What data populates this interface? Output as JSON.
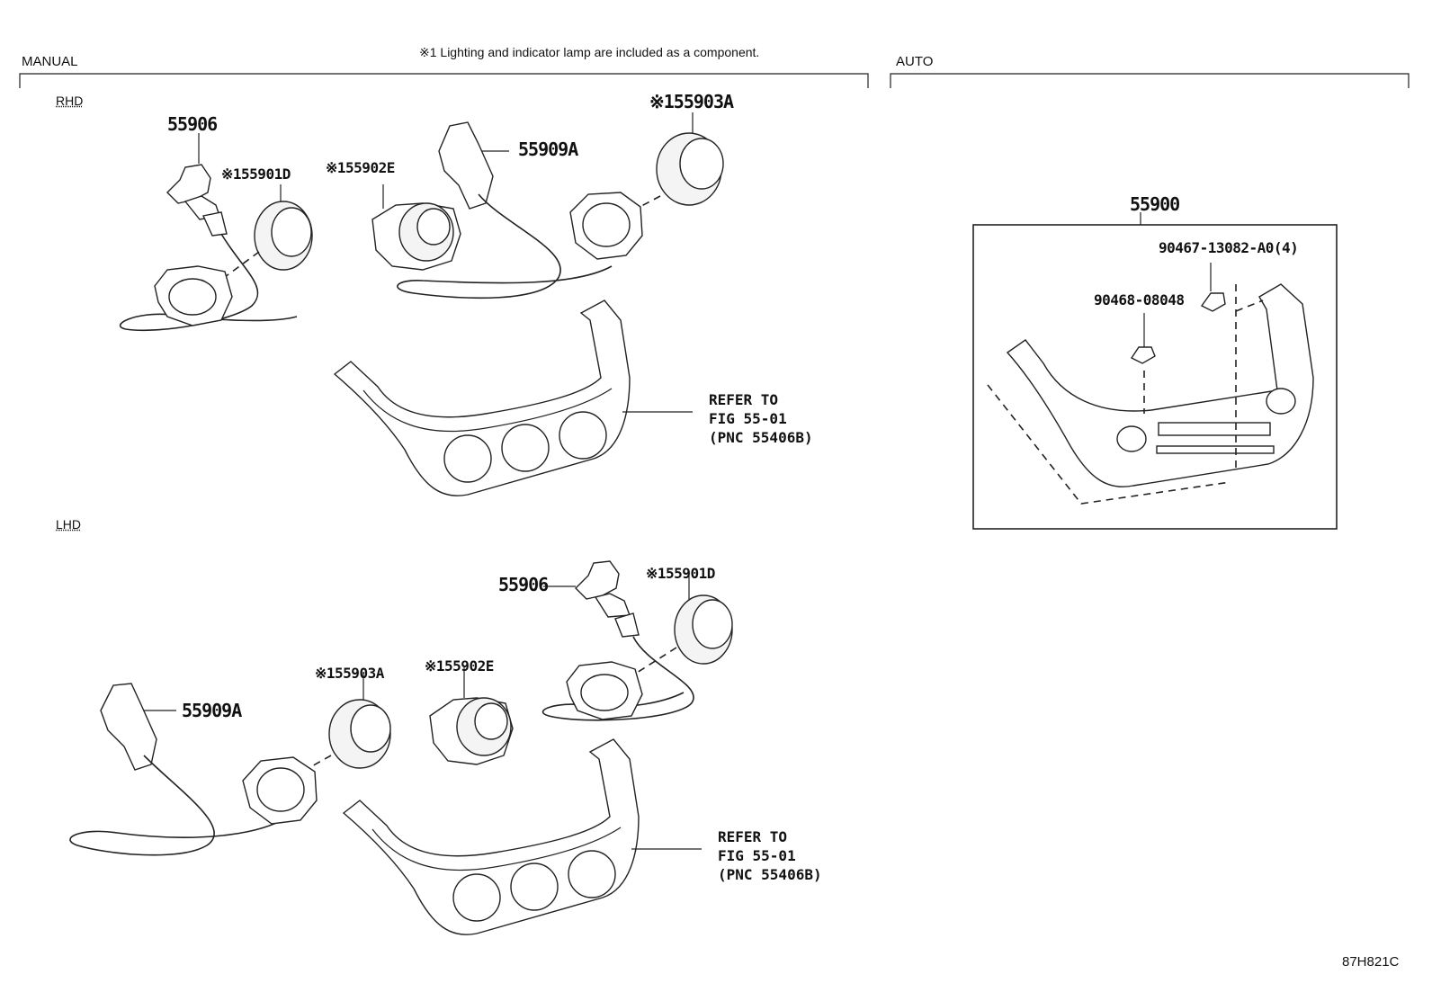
{
  "headers": {
    "manual": "MANUAL",
    "auto": "AUTO",
    "note": "※1 Lighting and indicator lamp are included as a component.",
    "rhd": "RHD",
    "lhd": "LHD"
  },
  "rhd": {
    "p55906": "55906",
    "p55901d": "※155901D",
    "p55902e": "※155902E",
    "p55909a": "55909A",
    "p55903a": "※155903A",
    "refer": [
      "REFER TO",
      "FIG 55-01",
      "(PNC 55406B)"
    ]
  },
  "lhd": {
    "p55906": "55906",
    "p55901d": "※155901D",
    "p55902e": "※155902E",
    "p55909a": "55909A",
    "p55903a": "※155903A",
    "refer": [
      "REFER TO",
      "FIG 55-01",
      "(PNC 55406B)"
    ]
  },
  "auto": {
    "p55900": "55900",
    "p90467": "90467-13082-A0(4)",
    "p90468": "90468-08048"
  },
  "diagram_code": "87H821C"
}
